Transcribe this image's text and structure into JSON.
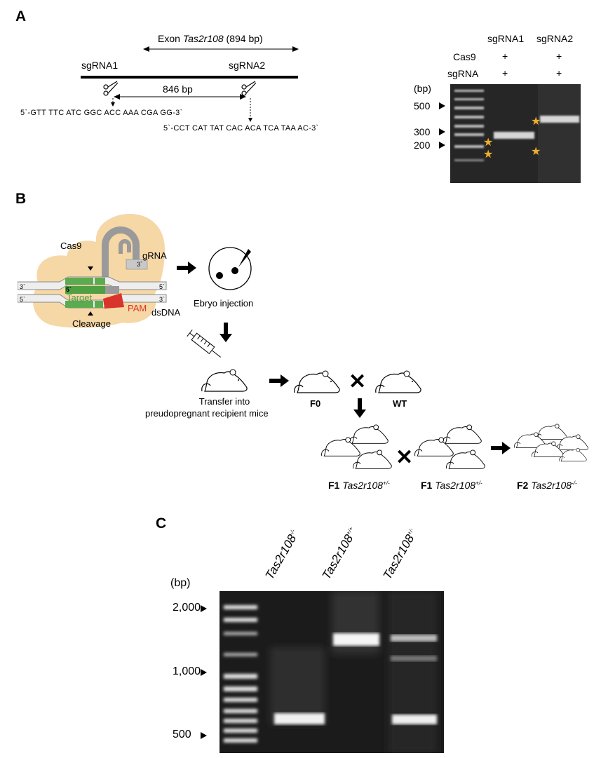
{
  "panel_a": {
    "label": "A",
    "exon_label_prefix": "Exon ",
    "exon_gene": "Tas2r108",
    "exon_size": " (894 bp)",
    "sgrna1_label": "sgRNA1",
    "sgrna2_label": "sgRNA2",
    "distance_label": "846 bp",
    "seq1": "5`-GTT TTC ATC GGC ACC AAA CGA GG-3`",
    "seq2": "5`-CCT CAT TAT CAC ACA TCA TAA AC-3`",
    "gel": {
      "col1": "sgRNA1",
      "col2": "sgRNA2",
      "row_cas9": "Cas9",
      "row_sgrna": "sgRNA",
      "plus": "+",
      "bp_unit": "(bp)",
      "markers": [
        "500",
        "300",
        "200"
      ]
    }
  },
  "panel_b": {
    "label": "B",
    "cas9": "Cas9",
    "grna": "gRNA",
    "three_prime": "3`",
    "five_prime": "5`",
    "target": "Target",
    "pam": "PAM",
    "dsdna": "dsDNA",
    "cleavage": "Cleavage",
    "injection": "Ebryo injection",
    "transfer_line1": "Transfer into",
    "transfer_line2": "preudopregnant recipient mice",
    "f0": "F0",
    "wt": "WT",
    "f1a_gen": "F1",
    "f1a_gene": "Tas2r108",
    "f1a_sup": "+/-",
    "f1b_gen": "F1",
    "f1b_gene": "Tas2r108",
    "f1b_sup": "+/-",
    "f2_gen": "F2",
    "f2_gene": "Tas2r108",
    "f2_sup": "-/-"
  },
  "panel_c": {
    "label": "C",
    "bp_unit": "(bp)",
    "markers": [
      "2,000",
      "1,000",
      "500"
    ],
    "lanes": [
      {
        "gene": "Tas2r108",
        "sup": "-/-"
      },
      {
        "gene": "Tas2r108",
        "sup": "+/+"
      },
      {
        "gene": "Tas2r108",
        "sup": "+/-"
      }
    ]
  }
}
